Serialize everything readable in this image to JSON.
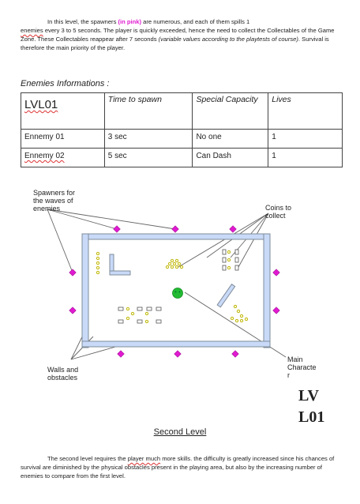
{
  "intro": {
    "p1": "In this level, the spawners",
    "pink": "(in pink)",
    "p2": " are numerous, and each of them spills 1 ",
    "enemies_word": "enemies",
    "p3": " every 3 to 5 seconds. The player is quickly exceeded, hence the need to collect the Collectables of the Game Zone. These Collectables reappear after 7 seconds ",
    "italic": "(variable values according to the playtests of course)",
    "p4": ". Survival is therefore the main priority of the player."
  },
  "section_heading": "Enemies Informations :",
  "table": {
    "headers": [
      "LVL01",
      "Time to spawn",
      "Special Capacity",
      "Lives"
    ],
    "rows": [
      [
        "Ennemy 01",
        "3 sec",
        "No one",
        "1"
      ],
      [
        "Ennemy 02",
        "5 sec",
        "Can Dash",
        "1"
      ]
    ]
  },
  "diagram": {
    "labels": {
      "spawners": [
        "Spawners for",
        "the waves of",
        "enemies"
      ],
      "coins": [
        "Coins to",
        "collect"
      ],
      "walls": [
        "Walls and",
        "obstacles"
      ],
      "main": [
        "Main",
        "Characte",
        "r"
      ]
    },
    "colors": {
      "spawner": "#e01ad0",
      "wall_fill": "#c9daf8",
      "wall_stroke": "#7f8c9a",
      "coin": "#c9c400",
      "player": "#22bb33",
      "line": "#666666"
    }
  },
  "level_title": [
    "LV",
    "L01"
  ],
  "second_level": "Second Level",
  "outro": {
    "p1": "The second level requires the ",
    "squig": "player much",
    "p2": " more skills. the difficulty is greatly increased since his chances of survival are diminished by the physical obstacles present in the playing area, but also by the increasing number of enemies to compare from the first level."
  }
}
